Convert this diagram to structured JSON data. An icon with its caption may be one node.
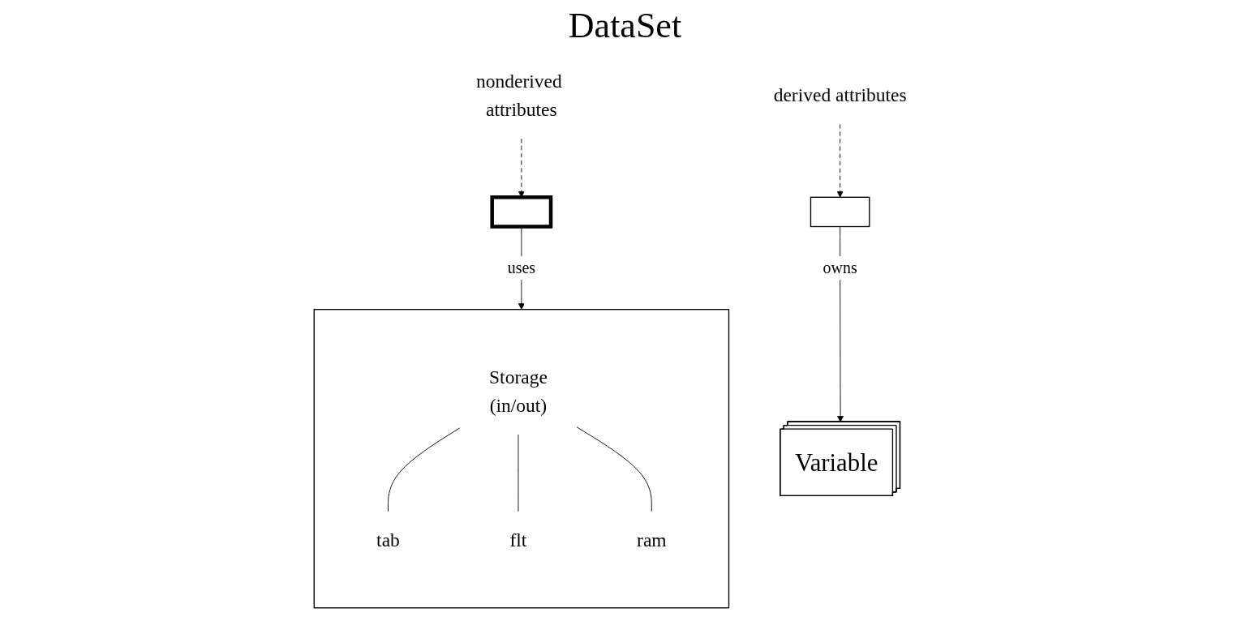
{
  "diagram": {
    "title": "DataSet",
    "nodes": [
      {
        "text": [
          "nonderived attributes"
        ]
      },
      {
        "text": [],
        "shape": "box"
      },
      {
        "text": [],
        "shape": "box"
      },
      {
        "text": [
          "derived attributes"
        ]
      },
      {
        "text": [],
        "shape": "box"
      },
      {
        "text": [
          "Storage",
          "(in/out)"
        ],
        "in": 4
      },
      {
        "text": [
          "tab"
        ],
        "in": 4
      },
      {
        "text": [
          "flt"
        ],
        "in": 4
      },
      {
        "text": [
          "ram"
        ],
        "in": 4
      },
      {
        "text": [
          "Variable"
        ]
      }
    ],
    "edges": [
      {
        "from": 0,
        "to": 1,
        "arrow": "to",
        "style": "dashed"
      },
      {
        "from": 3,
        "to": 2,
        "arrow": "to",
        "style": "dashed"
      },
      {
        "from": 1,
        "to": 4,
        "arrow": "to",
        "label": "uses"
      },
      {
        "from": 2,
        "to": 9,
        "arrow": "to",
        "label": "owns"
      },
      {
        "from": 5,
        "to": 6,
        "arrow": "none"
      },
      {
        "from": 5,
        "to": 7,
        "arrow": "none"
      },
      {
        "from": 5,
        "to": 8,
        "arrow": "none"
      }
    ]
  }
}
